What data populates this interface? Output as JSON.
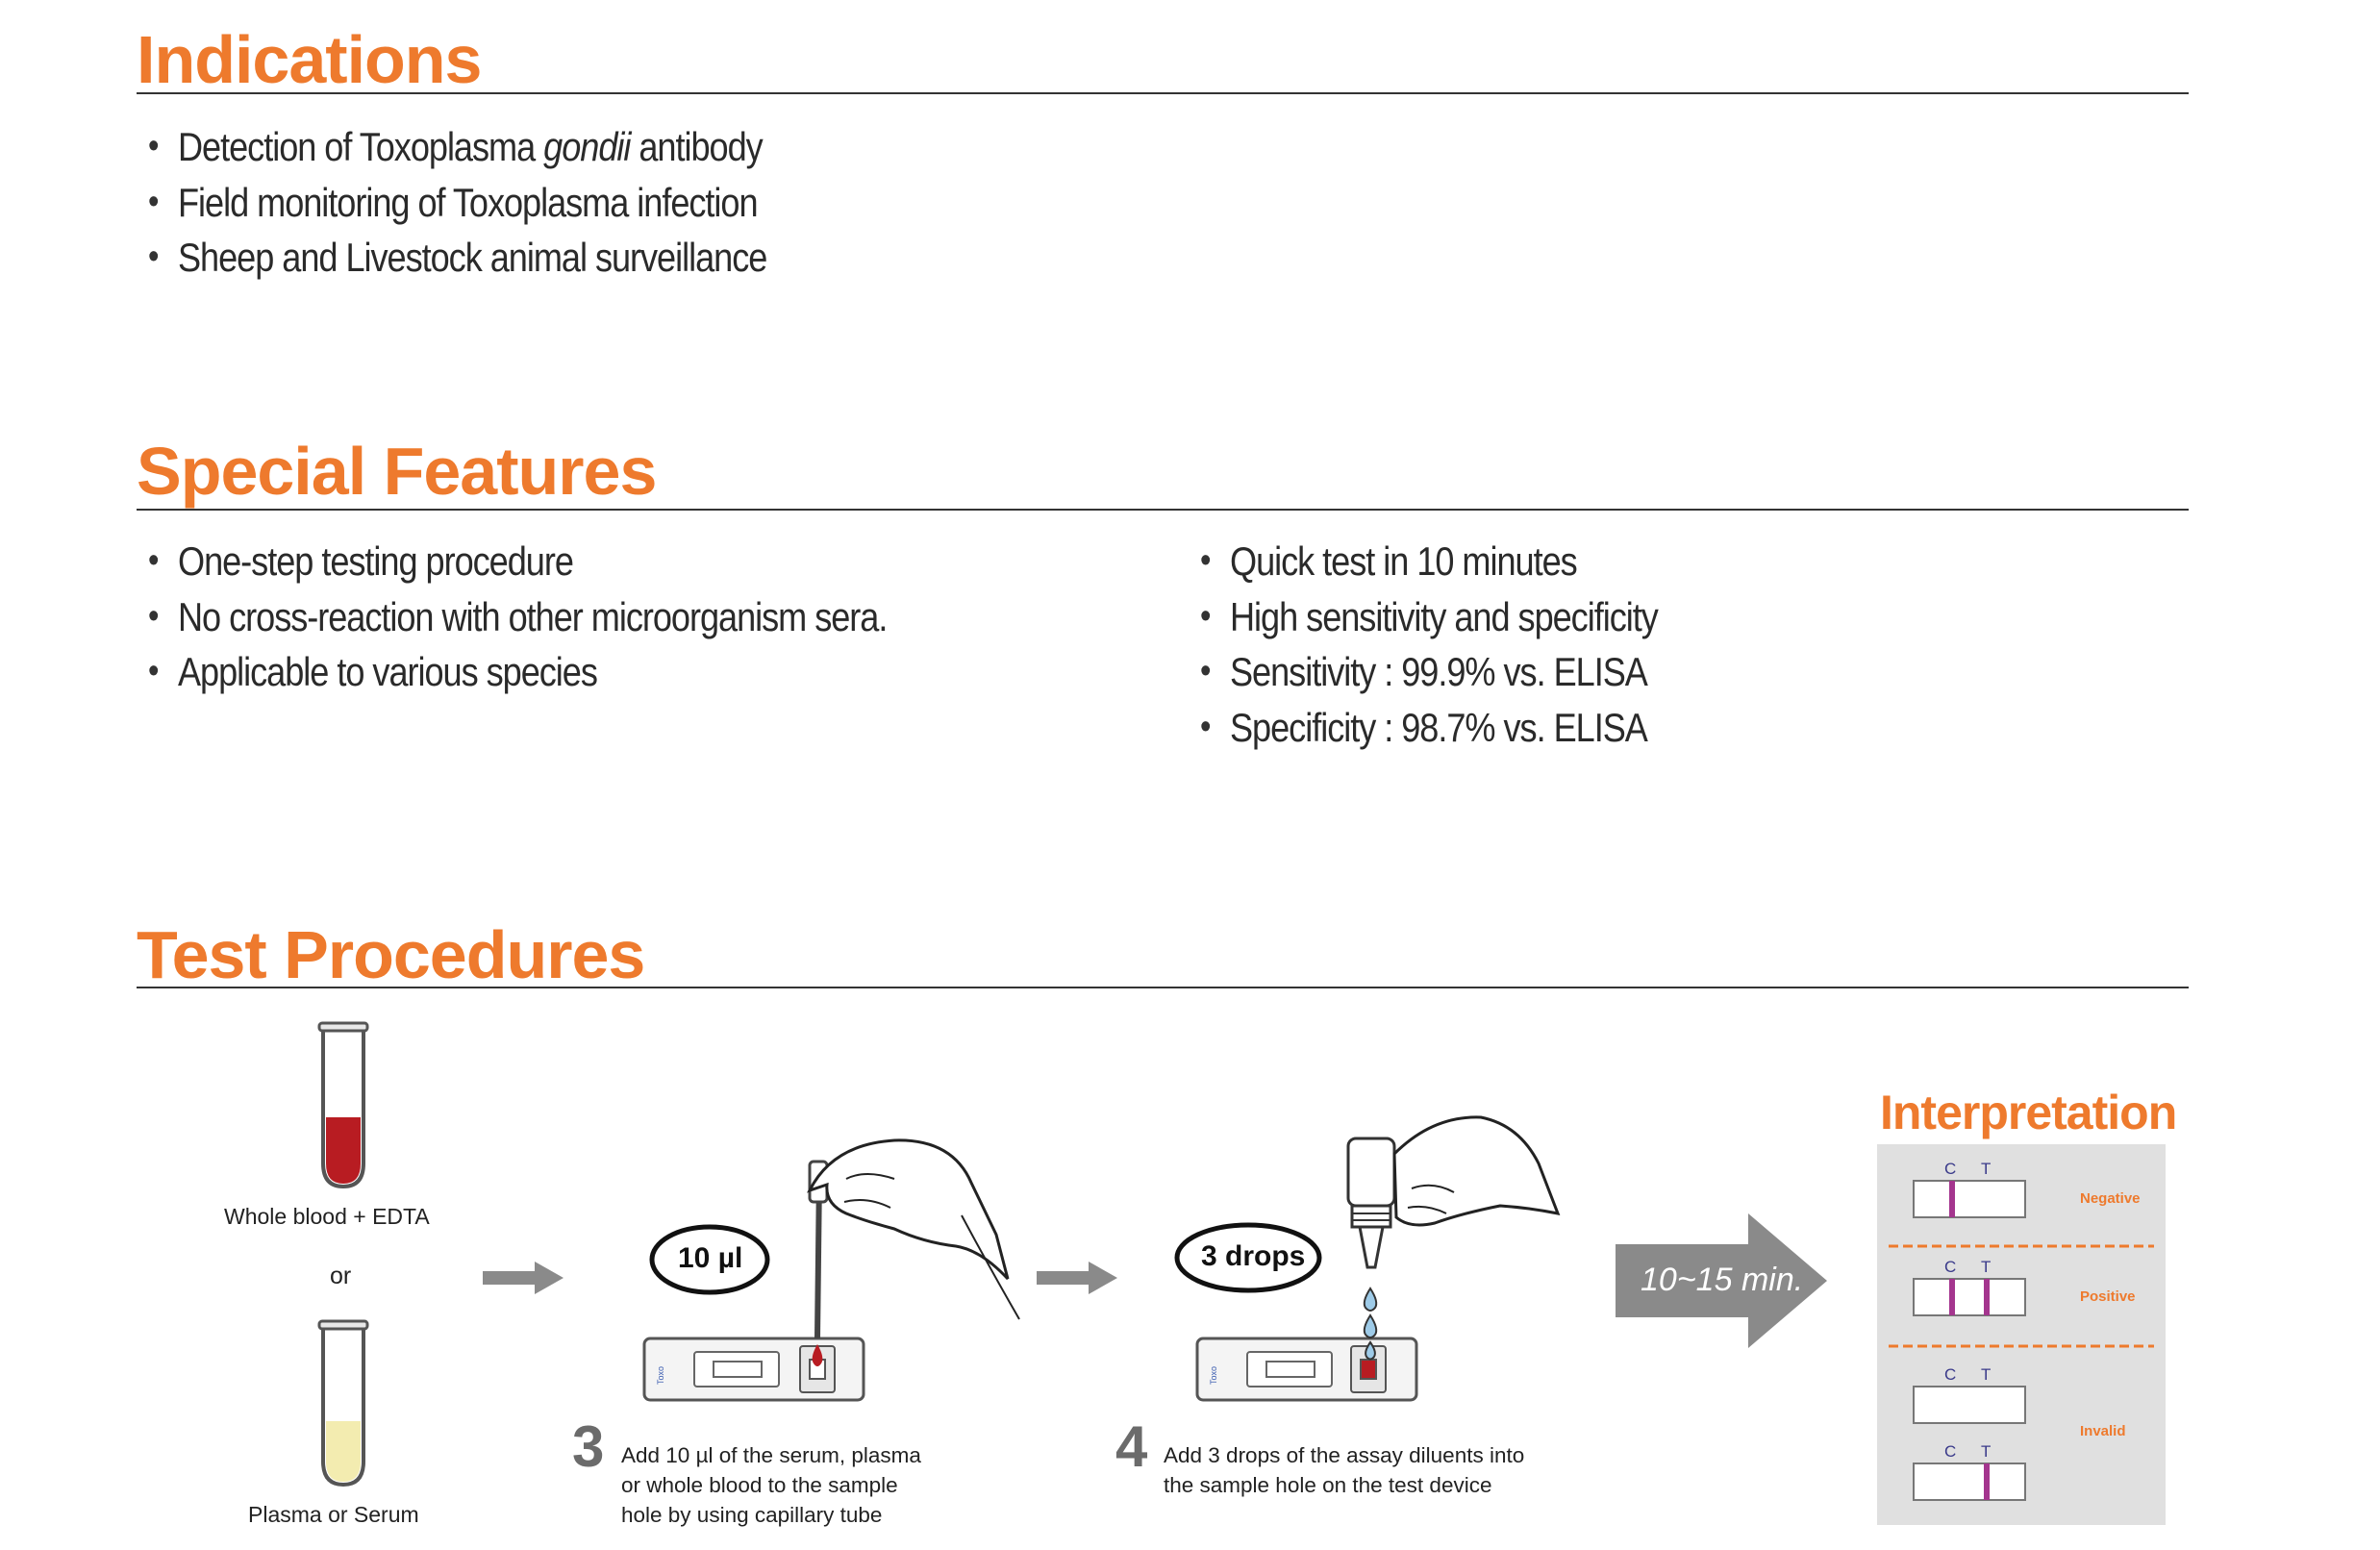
{
  "indications": {
    "title": "Indications",
    "items": [
      {
        "pre": "Detection of Toxoplasma ",
        "em": "gondii",
        "post": " antibody"
      },
      {
        "pre": "Field monitoring of Toxoplasma infection",
        "em": "",
        "post": ""
      },
      {
        "pre": "Sheep and Livestock animal surveillance",
        "em": "",
        "post": ""
      }
    ]
  },
  "special_features": {
    "title": "Special Features",
    "left_items": [
      "One-step testing procedure",
      "No cross-reaction with other microorganism sera.",
      "Applicable to various species"
    ],
    "right_items": [
      "Quick test in 10 minutes",
      "High sensitivity and specificity",
      "Sensitivity : 99.9% vs. ELISA",
      "Specificity : 98.7% vs. ELISA"
    ]
  },
  "test_procedures": {
    "title": "Test Procedures",
    "sample_whole_blood": "Whole blood + EDTA",
    "sample_or": "or",
    "sample_plasma": "Plasma or Serum",
    "step3": {
      "number": "3",
      "bubble": "10 µl",
      "text": "Add 10 µl of the serum, plasma\nor whole blood to the sample\nhole by using capillary tube"
    },
    "step4": {
      "number": "4",
      "bubble": "3 drops",
      "text": "Add 3 drops of the assay diluents into\nthe sample hole on the test device"
    },
    "wait": "10~15 min.",
    "interpretation": {
      "title": "Interpretation",
      "line_c": "C",
      "line_t": "T",
      "negative": "Negative",
      "positive": "Positive",
      "invalid": "Invalid"
    }
  },
  "colors": {
    "accent": "#ee7a2d",
    "blood": "#b81c22",
    "plasma": "#f3ecb0",
    "line_magenta": "#a4358e",
    "arrow_grey": "#8a8a8a",
    "panel_grey": "#e0e0e0"
  },
  "icons": [
    "test-tube-whole-blood-icon",
    "test-tube-plasma-icon",
    "pipette-hand-icon",
    "dropper-bottle-hand-icon",
    "test-cassette-icon",
    "arrow-right-icon"
  ]
}
